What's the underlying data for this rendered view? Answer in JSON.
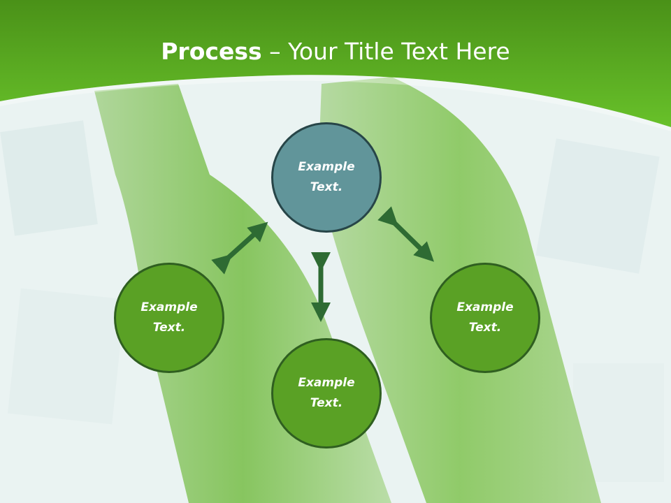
{
  "slide": {
    "title_bold": "Process",
    "title_rest": " – Your Title Text Here"
  },
  "nodes": {
    "top": {
      "line1": "Example",
      "line2": "Text."
    },
    "left": {
      "line1": "Example",
      "line2": "Text."
    },
    "bottom": {
      "line1": "Example",
      "line2": "Text."
    },
    "right": {
      "line1": "Example",
      "line2": "Text."
    }
  },
  "colors": {
    "header_green": "#5cb520",
    "node_green": "#5aa125",
    "node_teal": "#61959a",
    "arrow_green": "#2e6b33"
  }
}
